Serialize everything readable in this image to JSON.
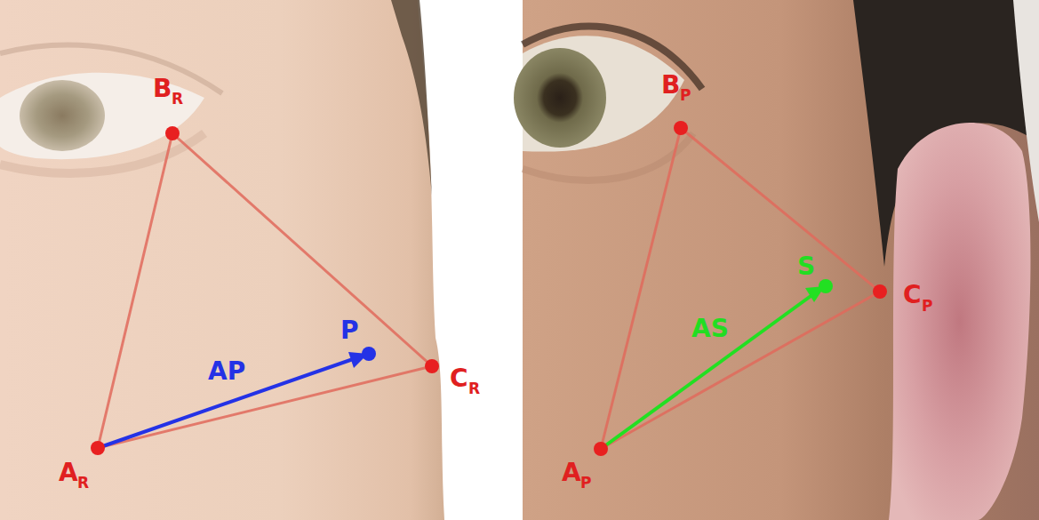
{
  "diagram": {
    "labels": [
      "B",
      "R",
      "C",
      "R",
      "A",
      "R",
      "P",
      "AP",
      "B",
      "P",
      "C",
      "P",
      "A",
      "P",
      "S",
      "AS"
    ]
  }
}
